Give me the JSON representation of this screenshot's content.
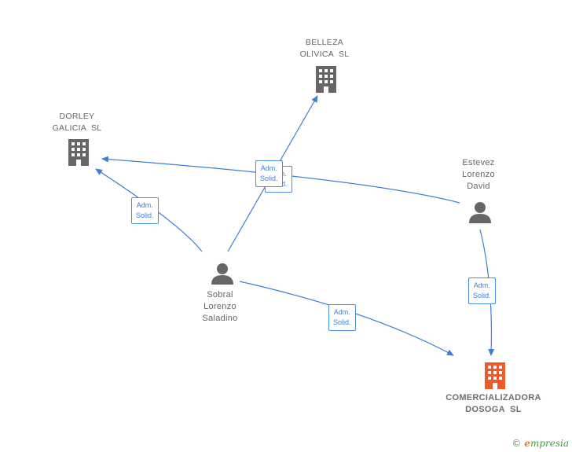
{
  "colors": {
    "edge": "#3b7fd6",
    "company_icon": "#666666",
    "target_icon": "#f05a28",
    "person_icon": "#666666"
  },
  "nodes": {
    "belleza": {
      "lines": [
        "BELLEZA",
        "OLIVICA  SL"
      ],
      "icon": "building-icon"
    },
    "dorley": {
      "lines": [
        "DORLEY",
        "GALICIA  SL"
      ],
      "icon": "building-icon"
    },
    "estevez": {
      "lines": [
        "Estevez",
        "Lorenzo",
        "David"
      ],
      "icon": "person-icon"
    },
    "sobral": {
      "lines": [
        "Sobral",
        "Lorenzo",
        "Saladino"
      ],
      "icon": "person-icon"
    },
    "comercializadora": {
      "lines": [
        "COMERCIALIZADORA",
        "DOSOGA  SL"
      ],
      "icon": "building-icon"
    }
  },
  "edge_labels": {
    "sobral_dorley": [
      "Adm.",
      "Solid."
    ],
    "sobral_belleza": [
      "Adm.",
      "Solid."
    ],
    "estevez_dorley": [
      "Adm.",
      "Solid."
    ],
    "estevez_comercializadora": [
      "Adm.",
      "Solid."
    ],
    "sobral_comercializadora": [
      "Adm.",
      "Solid."
    ]
  },
  "footer": {
    "copyright": "©",
    "brand_initial": "e",
    "brand_rest": "mpresia"
  }
}
